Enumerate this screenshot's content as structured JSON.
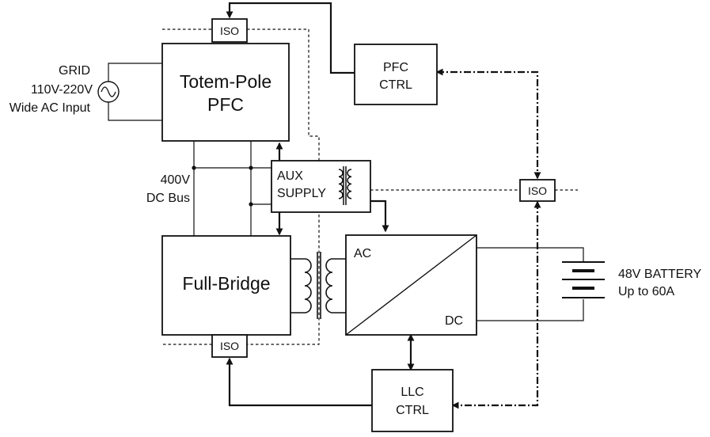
{
  "labels": {
    "grid": "GRID",
    "grid_voltage": "110V-220V",
    "grid_input": "Wide AC Input",
    "pfc_line1": "Totem-Pole",
    "pfc_line2": "PFC",
    "pfc_ctrl_line1": "PFC",
    "pfc_ctrl_line2": "CTRL",
    "dc_bus_line1": "400V",
    "dc_bus_line2": "DC Bus",
    "aux_line1": "AUX",
    "aux_line2": "SUPPLY",
    "full_bridge": "Full-Bridge",
    "ac": "AC",
    "dc": "DC",
    "battery_line1": "48V BATTERY",
    "battery_line2": "Up to 60A",
    "llc_line1": "LLC",
    "llc_line2": "CTRL",
    "iso_top": "ISO",
    "iso_right": "ISO",
    "iso_bottom": "ISO"
  },
  "colors": {
    "line": "#111111",
    "background": "#ffffff"
  }
}
